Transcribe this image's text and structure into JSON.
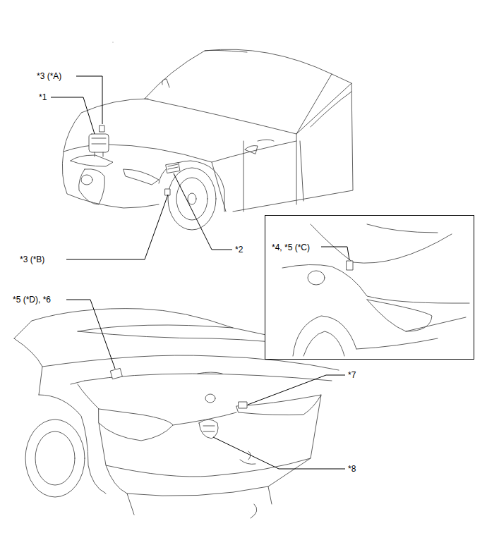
{
  "diagram": {
    "nodes": [
      {
        "text": [
          "*4, *5 (*C)"
        ]
      }
    ],
    "labels": [
      "*3 (*A)",
      "*1",
      "*3 (*B)",
      "*2",
      "*5 (*D), *6",
      "*7",
      "*8"
    ]
  }
}
